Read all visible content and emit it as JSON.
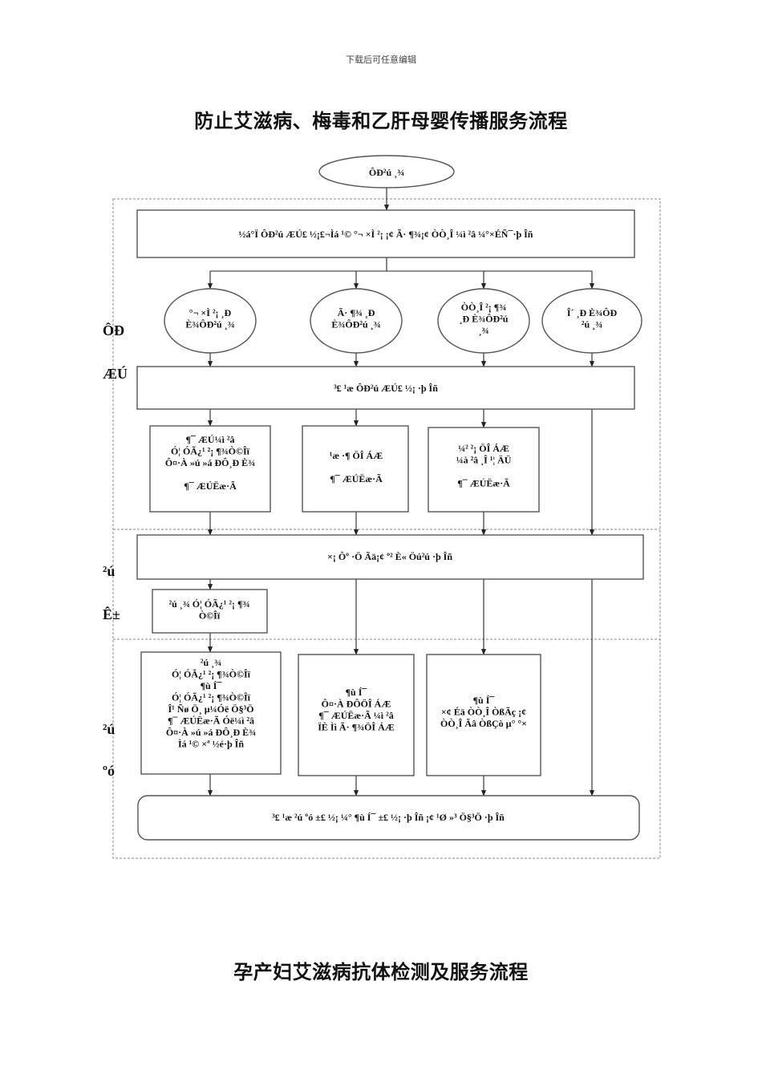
{
  "page": {
    "watermark": "下载后可任意编辑",
    "title_main": "防止艾滋病、梅毒和乙肝母婴传播服务流程",
    "title_next": "孕产妇艾滋病抗体检测及服务流程"
  },
  "side_labels": {
    "preg_1": "ÔÐ",
    "preg_2": "ÆÚ",
    "labor_1": "²ú",
    "labor_2": "Ê±",
    "post_1": "²ú",
    "post_2": "ºó"
  },
  "flow": {
    "start": [
      "ÔÐ²ú  ¸¾"
    ],
    "intake": [
      "½á°Ï  ÔÐ²ú  ÆÚ£ ½¡£¬Ìá  ¹©  °¬  ×Ì  ²¡  ¡¢  Ã·  ¶¾¡¢  ÒÒ¸Î  ¼ì  ²â  ¼°×ÉÑ¯·þ  Îñ"
    ],
    "branches": [
      [
        "°¬  ×Ì  ²¡  ¸Ð",
        "È¾ÔÐ²ú  ¸¾"
      ],
      [
        "Ã·  ¶¾  ¸Ð",
        "È¾ÔÐ²ú  ¸¾"
      ],
      [
        "ÒÒ¸Î  ²¡  ¶¾",
        "¸Ð  È¾ÔÐ²ú",
        "¸¾"
      ],
      [
        "Î´  ¸Ð  È¾ÔÐ",
        "²ú  ¸¾"
      ]
    ],
    "routine_care": [
      "³£  ¹æ  ÔÐ²ú  ÆÚ£ ½¡  ·þ  Îñ"
    ],
    "pregnancy_services": [
      [
        "¶¯  ÆÚ¼ì  ²â",
        "Ó¦  ÓÃ¿¹  ²¡  ¶¾Ò©Îï",
        "Ô¤·À  »ú  »á  ÐÔ¸Ð  È¾",
        "",
        "¶¯  ÆÚËæ·Ã"
      ],
      [
        "¹æ  ·¶  ÖÎ ÁÆ",
        "",
        "¶¯  ÆÚËæ·Ã"
      ],
      [
        "¼²  ²¡  ÖÎ ÁÆ",
        "¼à  ²â  ¸Î  ¹¦  ÄÜ",
        "",
        "¶¯  ÆÚËæ·Ã"
      ]
    ],
    "delivery": [
      "×¡  Ôº  ·Ö  Ãä¡¢  º²  È«  Öú²ú  ·þ  Îñ"
    ],
    "labor_meds": [
      "²ú  ¸¾  Ó¦  ÓÃ¿¹  ²¡  ¶¾",
      "Ò©Îï"
    ],
    "postpartum_services": [
      [
        "²ú  ¸¾",
        "Ó¦  ÓÃ¿¹  ²¡  ¶¾Ò©Îï",
        "¶ù  Í¯",
        "Ó¦  ÓÃ¿¹  ²¡  ¶¾Ò©Îï",
        "Î¹  Ñø  Ö¸  µ¼Óë  Ö§³Ö",
        "¶¯  ÆÚËæ·Ã  Óë¼ì  ²â",
        "Ô¤·À  »ú  »á  ÐÔ¸Ð  È¾",
        "Ìá  ¹©  ×ª  ½é·þ  Îñ"
      ],
      [
        "¶ù  Í¯",
        "Ô¤·À  ÐÔÖÎ ÁÆ",
        "¶¯  ÆÚËæ·Ã  ¼ì  ²â",
        "ÏÈ  Ìì  Ã·  ¶¾ÖÎ ÁÆ"
      ],
      [
        "¶ù  Í¯",
        "×¢  Éä ÒÒ¸Î  ÒßÃç  ¡¢",
        "ÒÒ¸Î  Ãâ ÒßÇò µ°  °×"
      ]
    ],
    "final": [
      "³£  ¹æ  ²ú  ºó  ±£  ½¡  ¼°  ¶ù  Í¯  ±£  ½¡  ·þ  Îñ  ¡¢  ¹Ø  »³  Ö§³Ö  ·þ  Îñ"
    ]
  }
}
